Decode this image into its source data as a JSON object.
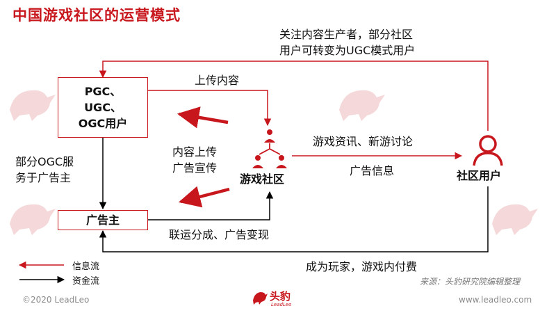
{
  "title": "中国游戏社区的运营模式",
  "nodes": {
    "creators": [
      "PGC、",
      "UGC、",
      "OGC用户"
    ],
    "advertiser": "广告主",
    "community": "游戏社区",
    "community_users": "社区用户"
  },
  "flows": {
    "top_feedback": [
      "关注内容生产者，部分社区",
      "用户可转变为UGC模式用户"
    ],
    "upload_content": "上传内容",
    "content_promo": [
      "内容上传",
      "广告宣传"
    ],
    "news_discussion": "游戏资讯、新游讨论",
    "ad_info": "广告信息",
    "ogc_service": [
      "部分OGC服",
      "务于广告主"
    ],
    "revenue_share": "联运分成、广告变现",
    "payment": "成为玩家，游戏内付费"
  },
  "legend": {
    "info_flow": "信息流",
    "money_flow": "资金流"
  },
  "source": "来源：头豹研究院编辑整理",
  "footer": {
    "copyright": "©2020 LeadLeo",
    "website": "www.leadleo.com"
  },
  "logo": {
    "text": "头豹",
    "subtext": "LeadLeo"
  },
  "colors": {
    "accent": "#c8161d",
    "money": "#000000"
  },
  "icons": {
    "community": "community-network-icon",
    "user": "user-icon"
  }
}
